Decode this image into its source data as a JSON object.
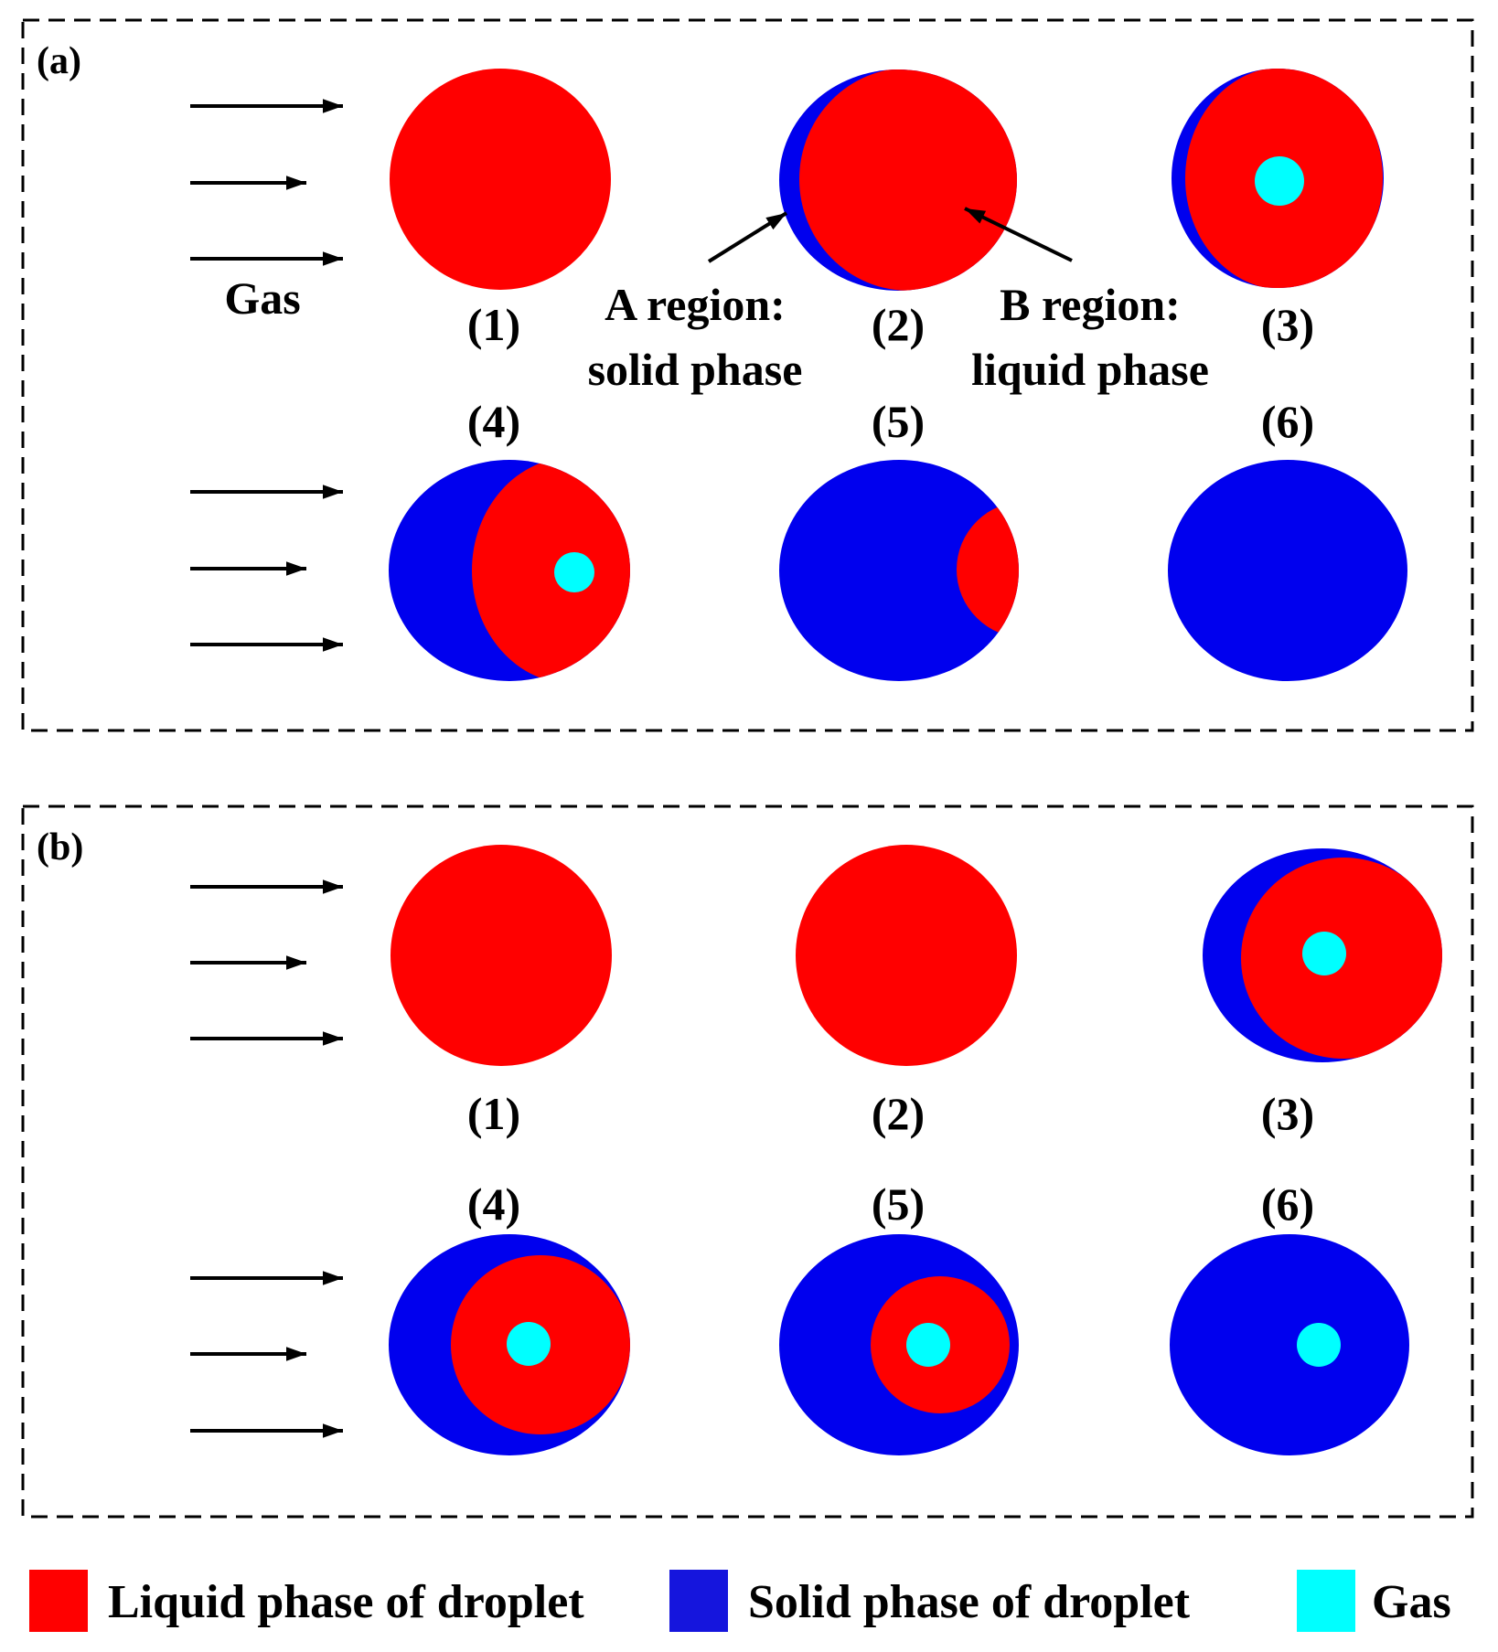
{
  "colors": {
    "liquid": "#ff0000",
    "solid": "#0000ee",
    "gas": "#00ffff",
    "ink": "#000000"
  },
  "panel_a": {
    "tag": "(a)",
    "flow_label": "Gas",
    "stage_labels": [
      "(1)",
      "(2)",
      "(3)",
      "(4)",
      "(5)",
      "(6)"
    ],
    "annotation_a_line1": "A region:",
    "annotation_a_line2": "solid phase",
    "annotation_b_line1": "B region:",
    "annotation_b_line2": "liquid phase"
  },
  "panel_b": {
    "tag": "(b)",
    "stage_labels": [
      "(1)",
      "(2)",
      "(3)",
      "(4)",
      "(5)",
      "(6)"
    ]
  },
  "legend": {
    "items": [
      {
        "label": "Liquid phase of droplet",
        "color": "liquid"
      },
      {
        "label": "Solid phase of droplet",
        "color": "solid"
      },
      {
        "label": "Gas",
        "color": "gas"
      }
    ]
  }
}
